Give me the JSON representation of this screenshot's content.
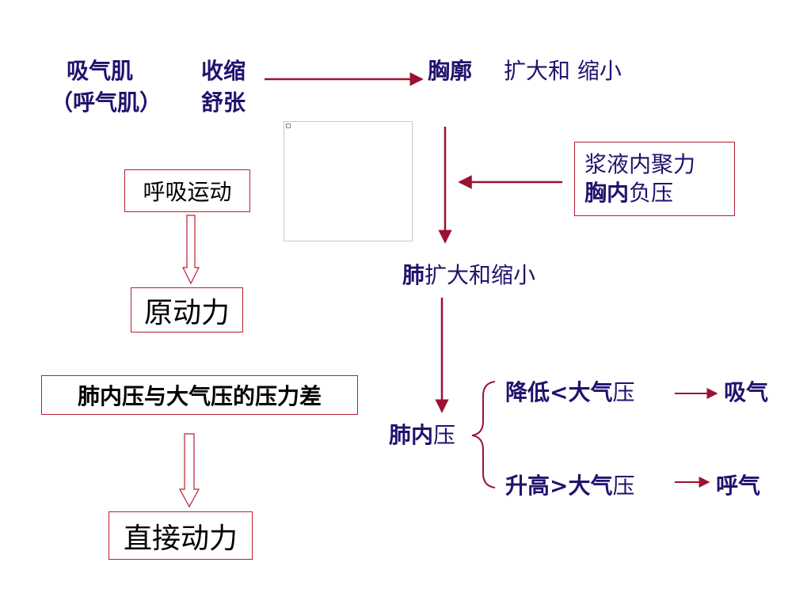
{
  "top": {
    "inspiratory_muscle": "吸气肌",
    "expiratory_muscle": "（呼气肌）",
    "contract": "收缩",
    "relax": "舒张",
    "thorax": "胸廓",
    "thorax_change": "扩大和 缩小"
  },
  "pleura_box": {
    "line1": "浆液内聚力",
    "line2_bold": "胸内",
    "line2_rest": "负压"
  },
  "lung_change": {
    "bold": "肺",
    "rest": "扩大和缩小"
  },
  "left_chain": {
    "respiratory_movement": "呼吸运动",
    "primary_force": "原动力",
    "pressure_difference": "肺内压与大气压的压力差",
    "direct_force": "直接动力"
  },
  "intrapulmonary": {
    "label_bold": "肺内",
    "label_rest": "压",
    "lower": "降低<大气压",
    "lower_bold": "降低<大气",
    "lower_rest": "压",
    "inhale": "吸气",
    "higher": "升高>大气压",
    "higher_bold": "升高>大气",
    "higher_rest": "压",
    "exhale": "呼气"
  },
  "colors": {
    "navy_text": "#22126e",
    "arrow_red": "#9b1230",
    "box_border": "#b81e35"
  }
}
